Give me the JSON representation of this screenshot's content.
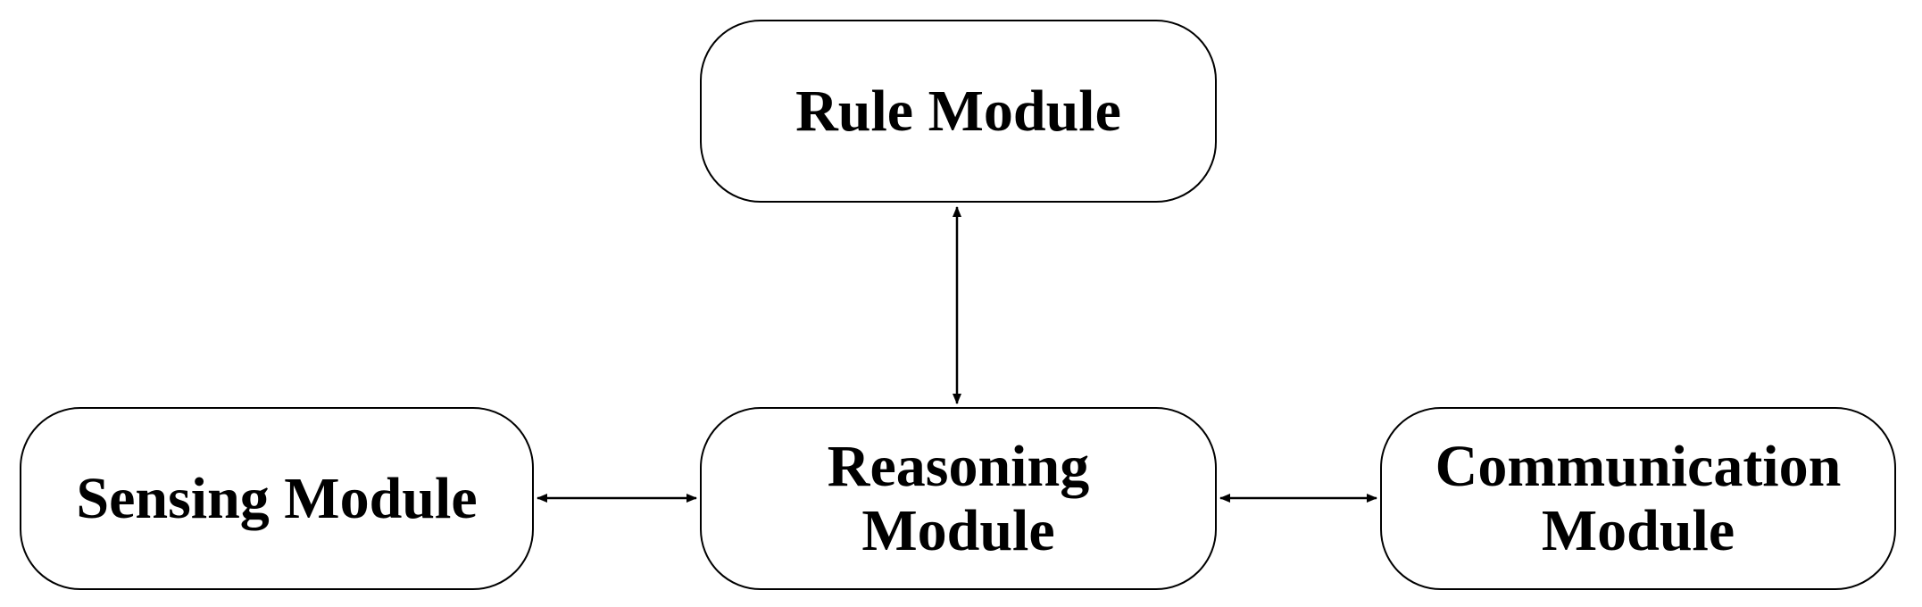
{
  "modules": {
    "rule": {
      "lines": [
        "Rule Module"
      ]
    },
    "sensing": {
      "lines": [
        "Sensing Module"
      ]
    },
    "reasoning": {
      "lines": [
        "Reasoning",
        "Module"
      ]
    },
    "communication": {
      "lines": [
        "Communication",
        "Module"
      ]
    }
  },
  "connections": [
    {
      "from": "rule",
      "to": "reasoning",
      "direction": "bidirectional"
    },
    {
      "from": "sensing",
      "to": "reasoning",
      "direction": "bidirectional"
    },
    {
      "from": "reasoning",
      "to": "communication",
      "direction": "bidirectional"
    }
  ],
  "colors": {
    "stroke": "#000000",
    "fill": "#ffffff",
    "text": "#000000"
  }
}
